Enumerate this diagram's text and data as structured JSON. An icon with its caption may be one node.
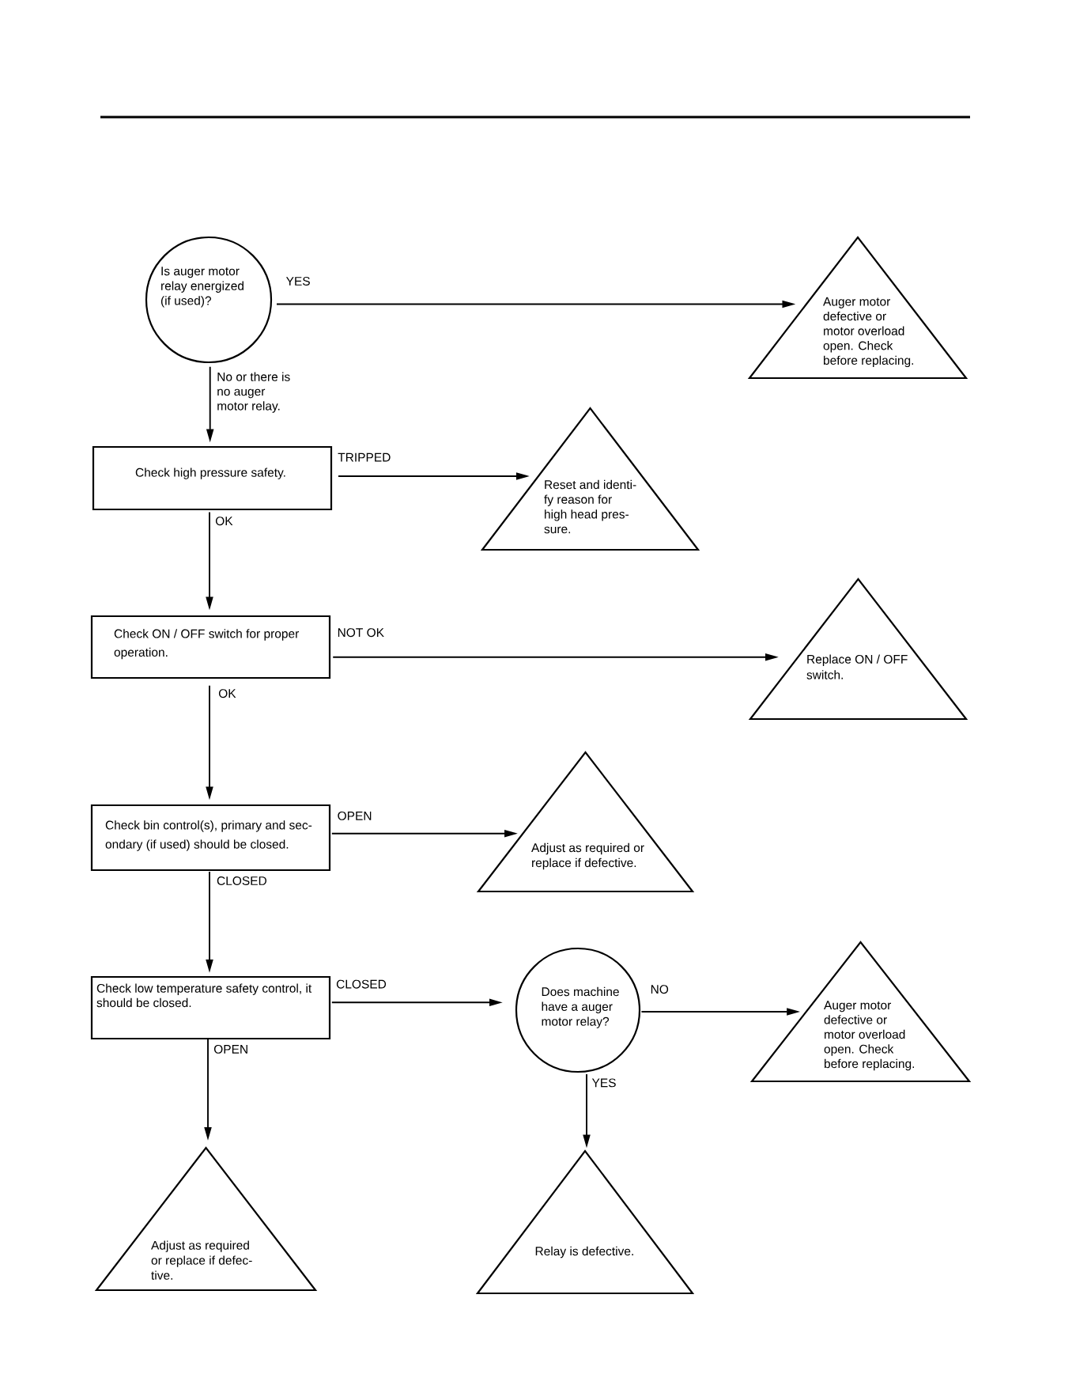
{
  "diagram": {
    "nodes": [
      {
        "text": [
          "Is auger motor relay energized (if used)?"
        ]
      },
      {
        "text": [
          "Auger motor defective or motor overload open. Check before replacing."
        ]
      },
      {
        "text": [
          "Check high pressure safety."
        ]
      },
      {
        "text": [
          "Reset and identi- fy reason for high head pres- sure."
        ]
      },
      {
        "text": [
          "Check ON / OFF switch for proper operation."
        ]
      },
      {
        "text": [
          "Replace ON / OFF switch."
        ]
      },
      {
        "text": [
          "Check bin control(s), primary and sec- ondary (if used) should be closed."
        ]
      },
      {
        "text": [
          "Adjust as required or replace if defective."
        ]
      },
      {
        "text": [
          "Check low temperature safety control, it should be closed."
        ]
      },
      {
        "text": [
          "Does machine have a auger motor relay?"
        ]
      },
      {
        "text": [
          "Auger motor defective or motor overload open. Check before replacing."
        ]
      },
      {
        "text": [
          "Adjust as required or replace if defec- tive."
        ]
      },
      {
        "text": [
          "Relay is defective."
        ]
      }
    ],
    "edges": [
      {
        "from": 0,
        "to": 1,
        "arrow": "to",
        "label": "YES"
      },
      {
        "from": 0,
        "to": 2,
        "arrow": "to",
        "label": "No or there is no auger motor relay."
      },
      {
        "from": 2,
        "to": 3,
        "arrow": "to",
        "label": "TRIPPED"
      },
      {
        "from": 2,
        "to": 4,
        "arrow": "to",
        "label": "OK"
      },
      {
        "from": 4,
        "to": 5,
        "arrow": "to",
        "label": "NOT OK"
      },
      {
        "from": 4,
        "to": 6,
        "arrow": "to",
        "label": "OK"
      },
      {
        "from": 6,
        "to": 7,
        "arrow": "to",
        "label": "OPEN"
      },
      {
        "from": 6,
        "to": 8,
        "arrow": "to",
        "label": "CLOSED"
      },
      {
        "from": 8,
        "to": 9,
        "arrow": "to",
        "label": "CLOSED"
      },
      {
        "from": 9,
        "to": 10,
        "arrow": "to",
        "label": "NO"
      },
      {
        "from": 9,
        "to": 12,
        "arrow": "to",
        "label": "YES"
      },
      {
        "from": 8,
        "to": 11,
        "arrow": "to",
        "label": "OPEN"
      }
    ]
  }
}
